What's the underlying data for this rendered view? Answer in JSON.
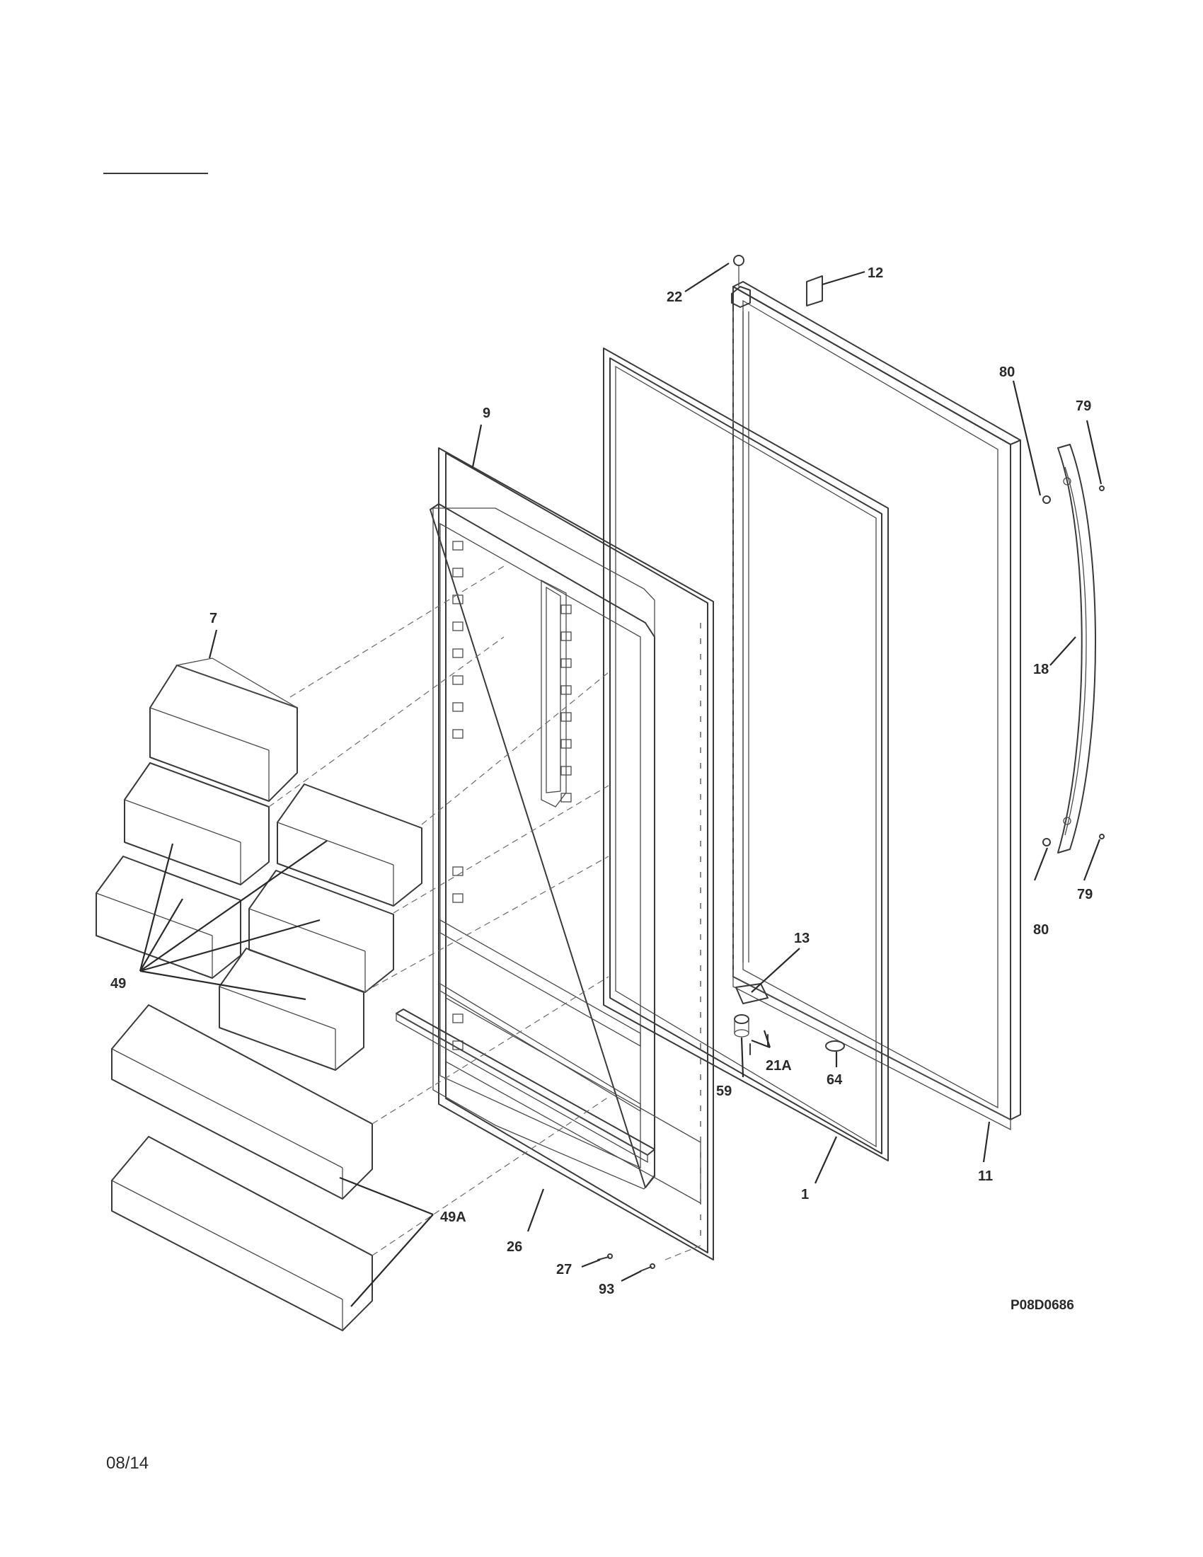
{
  "diagram": {
    "part_labels": [
      "12",
      "22",
      "80",
      "79",
      "9",
      "7",
      "18",
      "79",
      "80",
      "49",
      "13",
      "21A",
      "64",
      "59",
      "49A",
      "11",
      "1",
      "26",
      "27",
      "93"
    ],
    "drawing_code": "P08D0686",
    "date": "08/14"
  }
}
